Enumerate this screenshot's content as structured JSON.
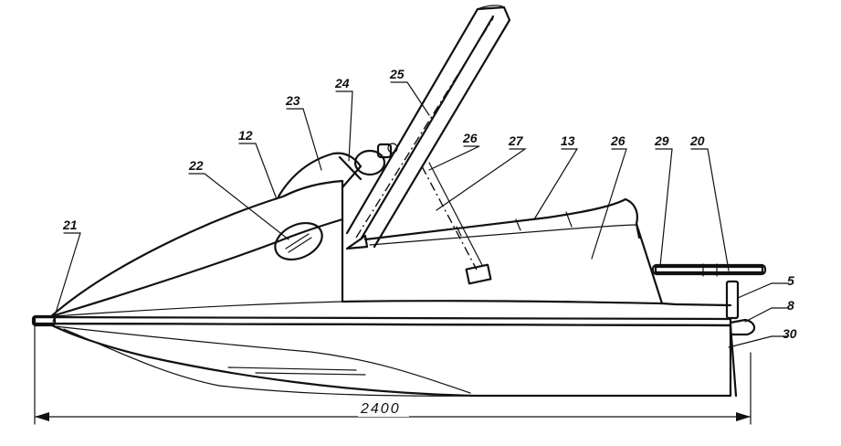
{
  "labels": {
    "l21": "21",
    "l22": "22",
    "l12": "12",
    "l23": "23",
    "l24": "24",
    "l25": "25",
    "l26a": "26",
    "l27": "27",
    "l13": "13",
    "l26b": "26",
    "l29": "29",
    "l20": "20",
    "l5": "5",
    "l8": "8",
    "l30": "30"
  },
  "dimension": {
    "overall_length": "2400"
  }
}
